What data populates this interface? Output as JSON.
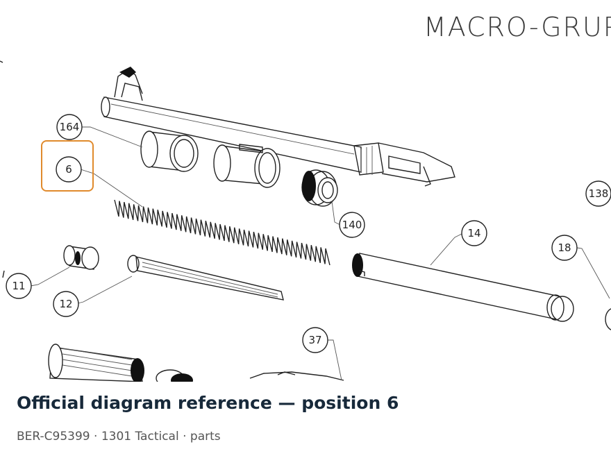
{
  "brand": "MACRO-GRUPP",
  "callouts": [
    {
      "id": "164",
      "label": "164"
    },
    {
      "id": "6",
      "label": "6"
    },
    {
      "id": "140",
      "label": "140"
    },
    {
      "id": "14",
      "label": "14"
    },
    {
      "id": "138",
      "label": "138"
    },
    {
      "id": "18",
      "label": "18"
    },
    {
      "id": "11",
      "label": "11"
    },
    {
      "id": "12",
      "label": "12"
    },
    {
      "id": "37",
      "label": "37"
    }
  ],
  "highlight": {
    "target": "6",
    "color": "#e08a2c"
  },
  "caption": {
    "title": "Official diagram reference — position 6",
    "subtitle": "BER-C95399 · 1301 Tactical · parts"
  }
}
